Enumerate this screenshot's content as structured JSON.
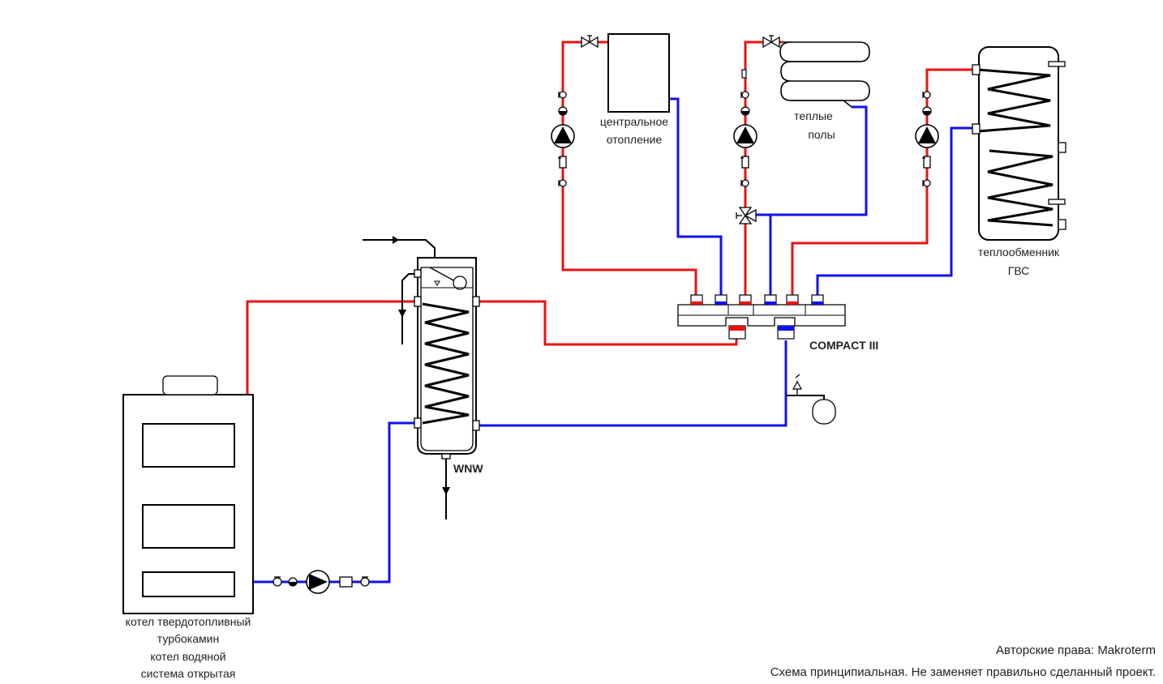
{
  "labels": {
    "boiler": [
      "котел твердотопливный",
      "турбокамин",
      "котел водяной",
      "система открытая"
    ],
    "wnw": "WNW",
    "compact": "COMPACT III",
    "central_heating": [
      "центральное",
      "отопление"
    ],
    "floor_heating": [
      "теплые",
      "полы"
    ],
    "dhw_exchanger": [
      "теплообменник",
      "ГВС"
    ]
  },
  "footer": {
    "copyright": "Авторские права: Makroterm",
    "disclaimer": "Схема принципиальная. Не заменяет правильно сделанный проект."
  },
  "colors": {
    "supply_hot": "#ee1111",
    "return_cold": "#1111ee",
    "outline": "#000000"
  }
}
